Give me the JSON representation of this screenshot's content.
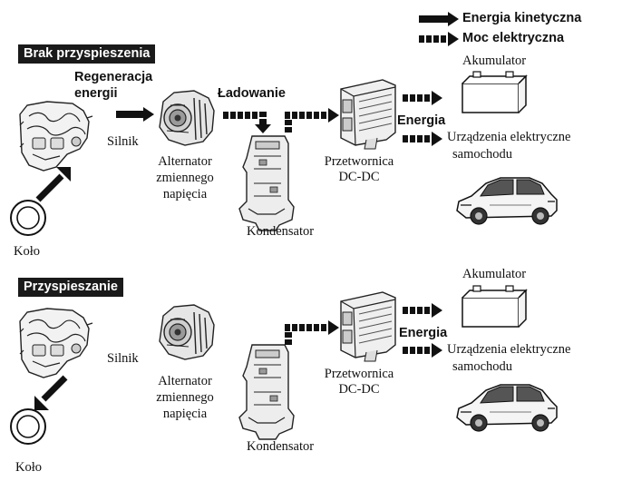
{
  "legend": {
    "kinetic_label": "Energia kinetyczna",
    "electric_label": "Moc elektryczna"
  },
  "top_panel": {
    "header": "Brak przyspieszenia",
    "regen_line1": "Regeneracja",
    "regen_line2": "energii",
    "charging": "Ładowanie",
    "energy": "Energia",
    "engine": "Silnik",
    "wheel": "Koło",
    "alternator_line1": "Alternator",
    "alternator_line2": "zmiennego",
    "alternator_line3": "napięcia",
    "capacitor": "Kondensator",
    "converter_line1": "Przetwornica",
    "converter_line2": "DC-DC",
    "battery": "Akumulator",
    "devices_line1": "Urządzenia elektryczne",
    "devices_line2": "samochodu"
  },
  "bottom_panel": {
    "header": "Przyspieszanie",
    "energy": "Energia",
    "engine": "Silnik",
    "wheel": "Koło",
    "alternator_line1": "Alternator",
    "alternator_line2": "zmiennego",
    "alternator_line3": "napięcia",
    "capacitor": "Kondensator",
    "converter_line1": "Przetwornica",
    "converter_line2": "DC-DC",
    "battery": "Akumulator",
    "devices_line1": "Urządzenia elektryczne",
    "devices_line2": "samochodu"
  },
  "colors": {
    "ink": "#111111",
    "header_bg": "#1a1a1a",
    "header_text": "#ffffff"
  },
  "icons": [
    "engine-icon",
    "wheel-icon",
    "alternator-icon",
    "capacitor-icon",
    "dc-dc-converter-icon",
    "battery-icon",
    "car-icon",
    "solid-arrow-icon",
    "dashed-arrow-icon"
  ]
}
